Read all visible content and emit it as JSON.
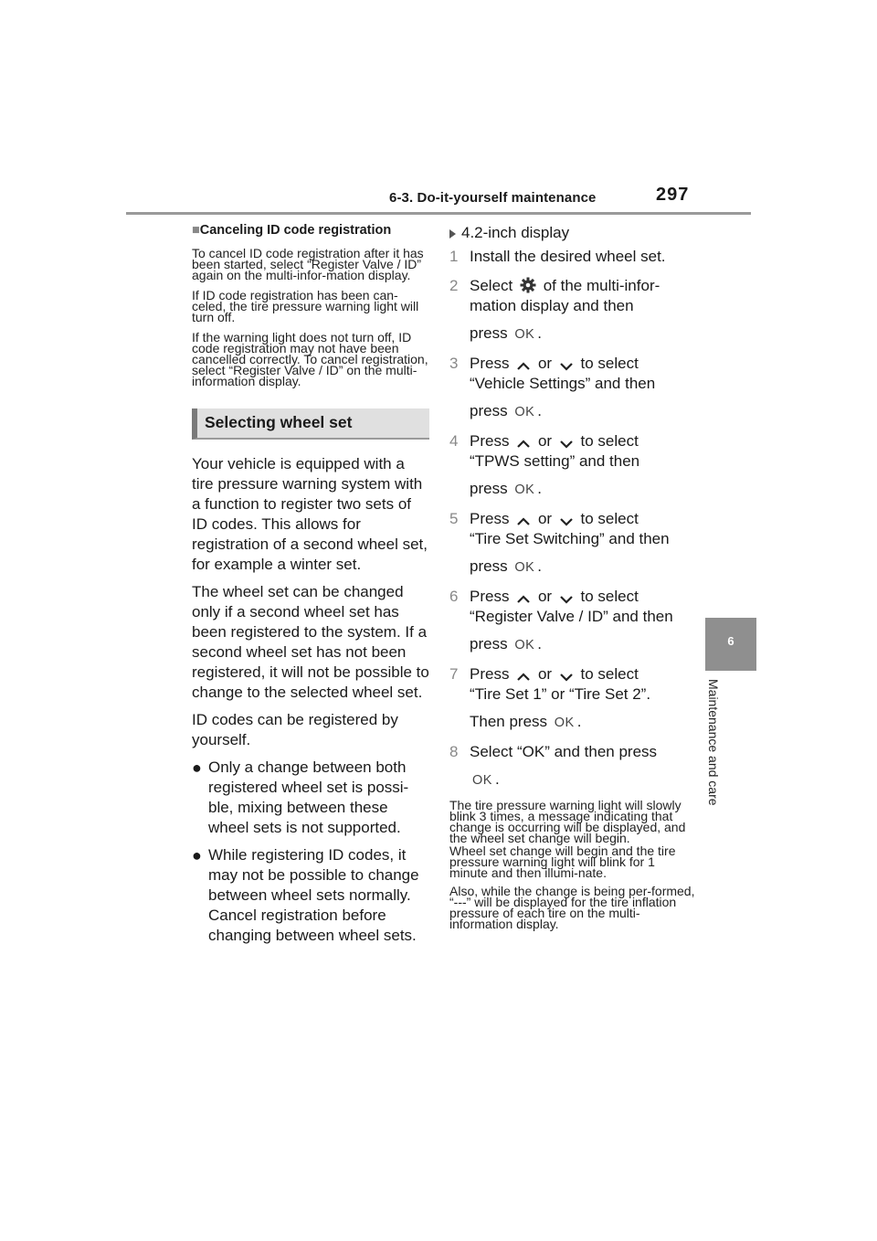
{
  "header": {
    "section": "6-3. Do-it-yourself maintenance",
    "page_number": "297"
  },
  "side_tab": {
    "chapter_number": "6",
    "chapter_title": "Maintenance and care"
  },
  "left": {
    "canceling_heading": "Canceling ID code registration",
    "canceling_p1": "To cancel ID code registration after it has been started, select “Register Valve / ID” again on the multi-infor-mation display.",
    "canceling_p2": "If ID code registration has been can-celed, the tire pressure warning light will turn off.",
    "canceling_p3": "If the warning light does not turn off, ID code registration may not have been cancelled correctly. To cancel registration, select “Register Valve / ID” on the multi-information display.",
    "section_title": "Selecting wheel set",
    "para1": "Your vehicle is equipped with a tire pressure warning system with a function to register two sets of ID codes. This allows for registration of a second wheel set, for example a winter set.",
    "para2": "The wheel set can be changed only if a second wheel set has been registered to the system. If a second wheel set has not been registered, it will not be possible to change to the selected wheel set.",
    "para3": "ID codes can be registered by yourself.",
    "bullets": [
      "Only a change between both registered wheel set is possi-ble, mixing between these wheel sets is not supported.",
      "While registering ID codes, it may not be possible to change between wheel sets normally. Cancel registration before changing between wheel sets."
    ]
  },
  "right": {
    "display_heading": "4.2-inch display",
    "ok_glyph": "OK",
    "steps": {
      "s1": {
        "num": "1",
        "text": "Install the desired wheel set."
      },
      "s2": {
        "num": "2",
        "a": "Select",
        "b": "of the multi-infor-mation display and then",
        "press": "press"
      },
      "s3": {
        "num": "3",
        "a": "Press",
        "or": "or",
        "b": "to select",
        "c": "“Vehicle Settings” and then",
        "press": "press"
      },
      "s4": {
        "num": "4",
        "a": "Press",
        "or": "or",
        "b": "to select",
        "c": "“TPWS setting” and then",
        "press": "press"
      },
      "s5": {
        "num": "5",
        "a": "Press",
        "or": "or",
        "b": "to select",
        "c": "“Tire Set Switching” and then",
        "press": "press"
      },
      "s6": {
        "num": "6",
        "a": "Press",
        "or": "or",
        "b": "to select",
        "c": "“Register Valve / ID” and then",
        "press": "press"
      },
      "s7": {
        "num": "7",
        "a": "Press",
        "or": "or",
        "b": "to select",
        "c": "“Tire Set 1” or “Tire Set 2”.",
        "then_press": "Then press"
      },
      "s8": {
        "num": "8",
        "text": "Select “OK” and then press"
      }
    },
    "note1": "The tire pressure warning light will slowly blink 3 times, a message indicating that change is occurring will be displayed, and the wheel set change will begin.",
    "note2": "Wheel set change will begin and the tire pressure warning light will blink for 1 minute and then illumi-nate.",
    "note3": "Also, while the change is being per-formed, “---” will be displayed for the tire inflation pressure of each tire on the multi-information display."
  }
}
